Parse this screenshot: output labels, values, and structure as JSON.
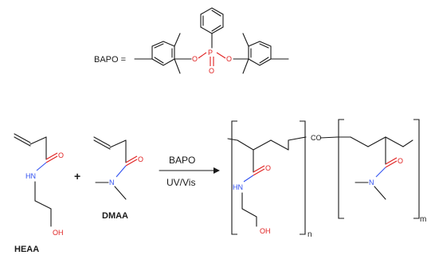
{
  "bapo_label": "BAPO =",
  "atoms": {
    "O": "O",
    "P": "P",
    "HN": "HN",
    "OH": "OH",
    "N": "N"
  },
  "reagents": {
    "monomer1": "HEAA",
    "monomer2": "DMAA",
    "plus": "+"
  },
  "arrow": {
    "above": "BAPO",
    "below": "UV/Vis"
  },
  "product": {
    "co": "CO",
    "sub_n": "n",
    "sub_m": "m"
  }
}
